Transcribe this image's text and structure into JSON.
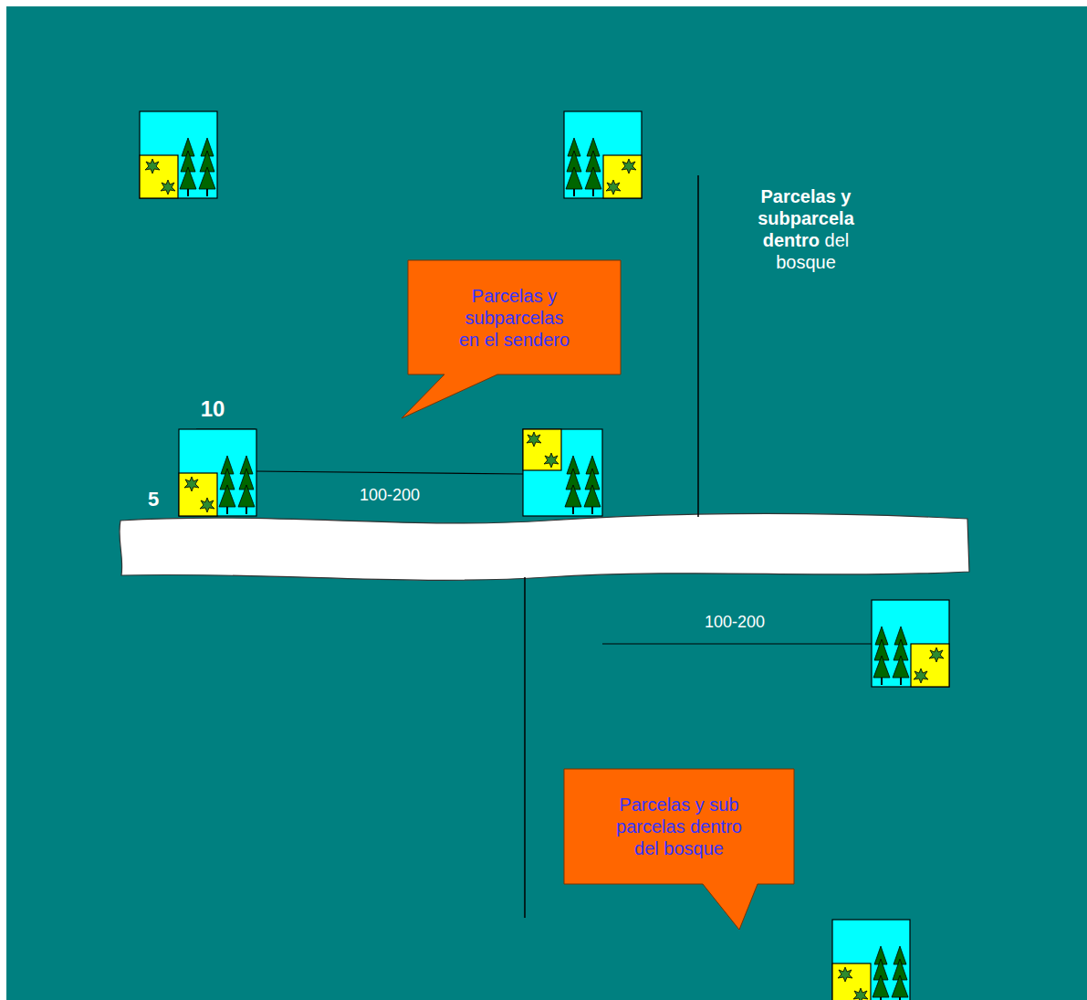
{
  "diagram": {
    "nodes": [
      {
        "text": [
          "Parcelas y subparcelas en el sendero"
        ]
      },
      {
        "text": [
          "Parcelas y sub parcelas dentro del bosque"
        ]
      }
    ],
    "labels": [
      "Parcelas y subparcela dentro",
      "del bosque",
      "10",
      "5",
      "100-200",
      "100-200"
    ]
  }
}
